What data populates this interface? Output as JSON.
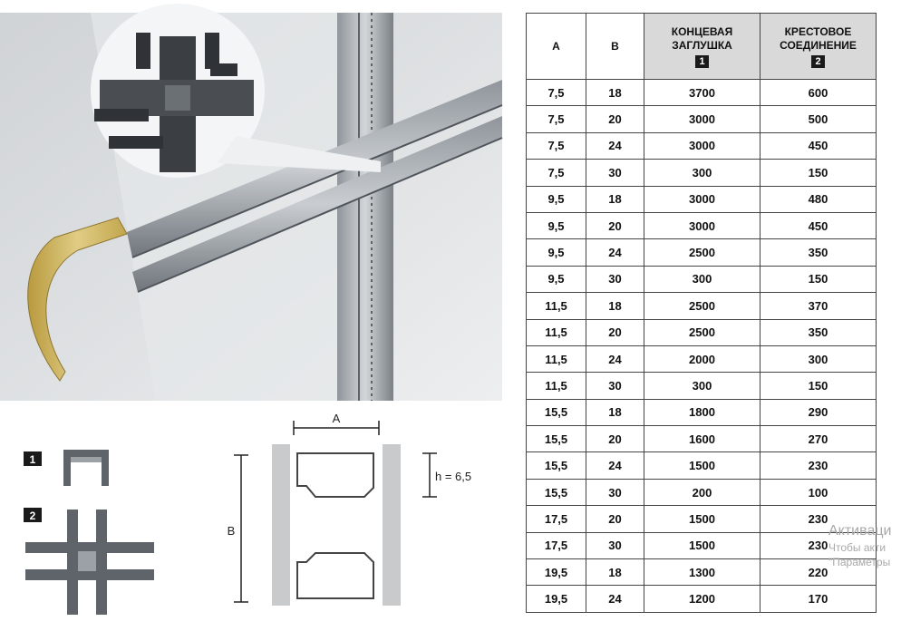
{
  "legend": {
    "item1": "1",
    "item2": "2"
  },
  "dimensions": {
    "a_label": "A",
    "b_label": "B",
    "h_label": "h = 6,5"
  },
  "table": {
    "headers": {
      "a": "A",
      "b": "B",
      "end_cap_line1": "КОНЦЕВАЯ",
      "end_cap_line2": "ЗАГЛУШКА",
      "end_cap_num": "1",
      "cross_line1": "КРЕСТОВОЕ",
      "cross_line2": "СОЕДИНЕНИЕ",
      "cross_num": "2"
    },
    "rows": [
      {
        "a": "7,5",
        "b": "18",
        "end_cap": "3700",
        "cross": "600"
      },
      {
        "a": "7,5",
        "b": "20",
        "end_cap": "3000",
        "cross": "500"
      },
      {
        "a": "7,5",
        "b": "24",
        "end_cap": "3000",
        "cross": "450"
      },
      {
        "a": "7,5",
        "b": "30",
        "end_cap": "300",
        "cross": "150"
      },
      {
        "a": "9,5",
        "b": "18",
        "end_cap": "3000",
        "cross": "480"
      },
      {
        "a": "9,5",
        "b": "20",
        "end_cap": "3000",
        "cross": "450"
      },
      {
        "a": "9,5",
        "b": "24",
        "end_cap": "2500",
        "cross": "350"
      },
      {
        "a": "9,5",
        "b": "30",
        "end_cap": "300",
        "cross": "150"
      },
      {
        "a": "11,5",
        "b": "18",
        "end_cap": "2500",
        "cross": "370"
      },
      {
        "a": "11,5",
        "b": "20",
        "end_cap": "2500",
        "cross": "350"
      },
      {
        "a": "11,5",
        "b": "24",
        "end_cap": "2000",
        "cross": "300"
      },
      {
        "a": "11,5",
        "b": "30",
        "end_cap": "300",
        "cross": "150"
      },
      {
        "a": "15,5",
        "b": "18",
        "end_cap": "1800",
        "cross": "290"
      },
      {
        "a": "15,5",
        "b": "20",
        "end_cap": "1600",
        "cross": "270"
      },
      {
        "a": "15,5",
        "b": "24",
        "end_cap": "1500",
        "cross": "230"
      },
      {
        "a": "15,5",
        "b": "30",
        "end_cap": "200",
        "cross": "100"
      },
      {
        "a": "17,5",
        "b": "20",
        "end_cap": "1500",
        "cross": "230"
      },
      {
        "a": "17,5",
        "b": "30",
        "end_cap": "1500",
        "cross": "230"
      },
      {
        "a": "19,5",
        "b": "18",
        "end_cap": "1300",
        "cross": "220"
      },
      {
        "a": "19,5",
        "b": "24",
        "end_cap": "1200",
        "cross": "170"
      }
    ]
  },
  "watermark": {
    "title": "Активаци",
    "line1": "Чтобы акти",
    "line2": "\"Параметры"
  }
}
